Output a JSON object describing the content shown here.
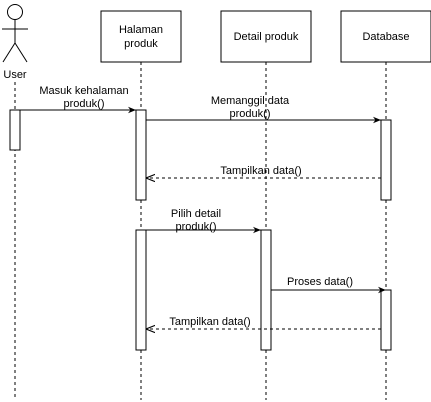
{
  "actor": {
    "label": "User"
  },
  "participants": [
    {
      "id": "halaman",
      "label_lines": [
        "Halaman",
        "produk"
      ]
    },
    {
      "id": "detail",
      "label_lines": [
        "Detail produk"
      ]
    },
    {
      "id": "database",
      "label_lines": [
        "Database"
      ]
    }
  ],
  "messages": [
    {
      "id": "msg1",
      "label_lines": [
        "Masuk kehalaman",
        "produk()"
      ],
      "kind": "sync"
    },
    {
      "id": "msg2",
      "label_lines": [
        "Memanggil data",
        "produk()"
      ],
      "kind": "sync"
    },
    {
      "id": "msg3",
      "label_lines": [
        "Tampilkan data()"
      ],
      "kind": "return"
    },
    {
      "id": "msg4",
      "label_lines": [
        "Pilih detail",
        "produk()"
      ],
      "kind": "sync"
    },
    {
      "id": "msg5",
      "label_lines": [
        "Proses data()"
      ],
      "kind": "sync"
    },
    {
      "id": "msg6",
      "label_lines": [
        "Tampilkan data()"
      ],
      "kind": "return"
    }
  ]
}
